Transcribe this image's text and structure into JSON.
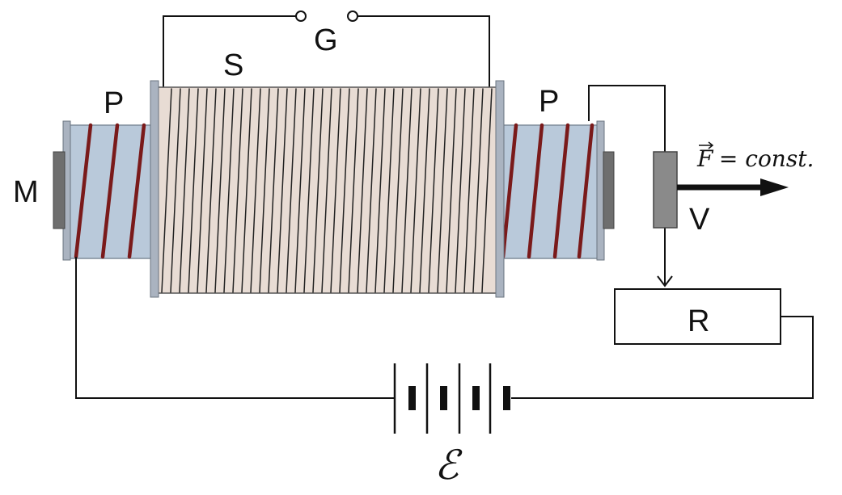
{
  "labels": {
    "galvanometer": "G",
    "secondary": "S",
    "primary_left": "P",
    "primary_right": "P",
    "magnet": "M",
    "slider": "V",
    "resistor": "R",
    "emf": "ℰ",
    "force_vector": "F",
    "force_rest": " = const."
  },
  "colors": {
    "secondary_body": "#e8dcd4",
    "primary_body": "#b9c9da",
    "primary_winding": "#7a1a1a",
    "magnet": "#6e6e6e",
    "slider": "#8a8a8a",
    "wire": "#111111",
    "flange": "#aab3c0"
  }
}
